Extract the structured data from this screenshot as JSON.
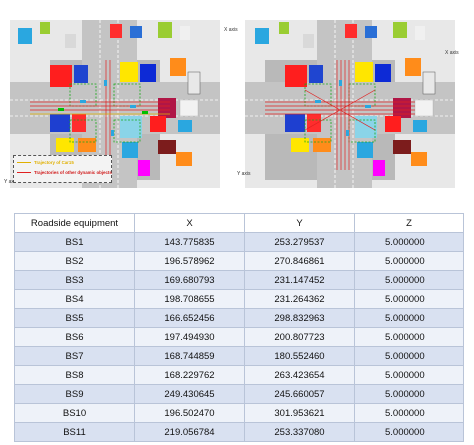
{
  "figure": {
    "left_scene": {
      "x_axis_label": "X axis",
      "y_axis_label": "Y axis",
      "legend": {
        "ego_trajectory": "Trajectory of Car15",
        "other_trajectories": "Trajectories of other dynamic objects"
      }
    },
    "right_scene": {
      "x_axis_label": "X axis",
      "y_axis_label": "Y axis"
    },
    "colors": {
      "background": "#e8e8e8",
      "road": "#b7b7b7",
      "lane_marking": "#ffffff",
      "trajectory_ego": "#e0b000",
      "trajectory_other": "#e02020"
    }
  },
  "table": {
    "headers": [
      "Roadside equipment",
      "X",
      "Y",
      "Z"
    ],
    "rows": [
      [
        "BS1",
        "143.775835",
        "253.279537",
        "5.000000"
      ],
      [
        "BS2",
        "196.578962",
        "270.846861",
        "5.000000"
      ],
      [
        "BS3",
        "169.680793",
        "231.147452",
        "5.000000"
      ],
      [
        "BS4",
        "198.708655",
        "231.264362",
        "5.000000"
      ],
      [
        "BS5",
        "166.652456",
        "298.832963",
        "5.000000"
      ],
      [
        "BS6",
        "197.494930",
        "200.807723",
        "5.000000"
      ],
      [
        "BS7",
        "168.744859",
        "180.552460",
        "5.000000"
      ],
      [
        "BS8",
        "168.229762",
        "263.423654",
        "5.000000"
      ],
      [
        "BS9",
        "249.430645",
        "245.660057",
        "5.000000"
      ],
      [
        "BS10",
        "196.502470",
        "301.953621",
        "5.000000"
      ],
      [
        "BS11",
        "219.056784",
        "253.337080",
        "5.000000"
      ]
    ]
  }
}
